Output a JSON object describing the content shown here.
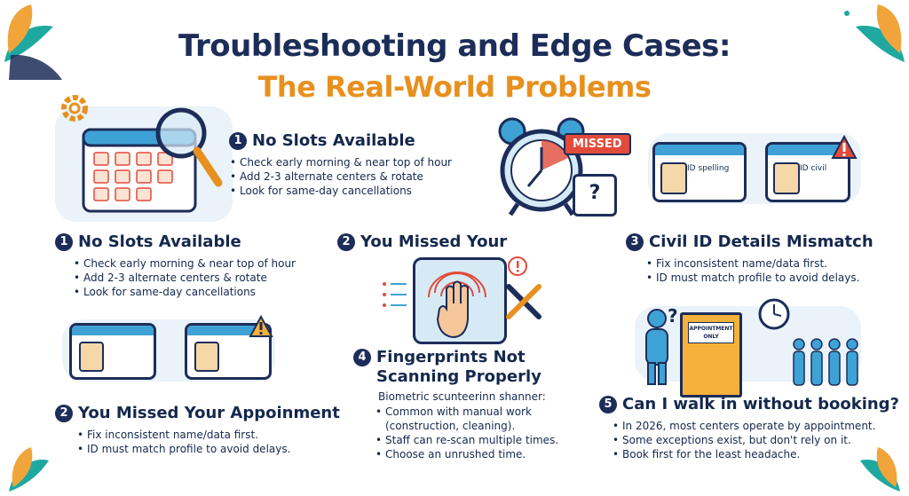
{
  "title": {
    "line1": "Troubleshooting and Edge Cases:",
    "line2": "The Real-World Problems"
  },
  "colors": {
    "navy": "#1d2d59",
    "orange": "#e8901f",
    "teal": "#1fa8a0",
    "red": "#e14b3b",
    "light_blue": "#d6eaf6"
  },
  "sections": {
    "top_slots": {
      "number": "1",
      "heading": "No Slots Available",
      "bullets": [
        "Check early morning & near top of hour",
        "Add 2-3 alternate centers & rotate",
        "Look for same-day cancellations"
      ]
    },
    "slots": {
      "number": "1",
      "heading": "No Slots Available",
      "bullets": [
        "Check early morning & near top of hour",
        "Add 2-3 alternate centers & rotate",
        "Look for same-day cancellations"
      ]
    },
    "missed": {
      "number": "2",
      "heading": "You Missed Your"
    },
    "civil": {
      "number": "3",
      "heading": "Civil ID Details Mismatch",
      "bullets": [
        "Fix inconsistent name/data first.",
        "ID must match profile to avoid delays."
      ]
    },
    "appointment": {
      "number": "2",
      "heading": "You Missed Your Appoinment",
      "bullets": [
        "Fix inconsistent name/data first.",
        "ID must match profile to avoid delays."
      ]
    },
    "fingerprints": {
      "number": "4",
      "heading_line1": "Fingerprints Not",
      "heading_line2": "Scanning Properly",
      "description": "Biometric scunteerinn shanner:",
      "bullets": [
        "Common with manual work",
        "(construction, cleaning).",
        "Staff can re-scan multiple times.",
        "Choose an unrushed time."
      ]
    },
    "walkin": {
      "number": "5",
      "heading": "Can I walk in without booking?",
      "bullets": [
        "In 2026, most centers operate by appointment.",
        "Some exceptions exist, but don't rely on it.",
        "Book first for the least headache."
      ]
    }
  },
  "illustrations": {
    "missed_tag": "MISSED",
    "question_mark": "?",
    "id_card_left_label": "ID spelling",
    "id_card_right_label": "ID civil",
    "door_sign_line1": "APPOINTMENT",
    "door_sign_line2": "ONLY",
    "person_question": "?",
    "icons": [
      "gear-icon",
      "magnifier-icon",
      "calendar-icon",
      "alarm-clock-icon",
      "fingerprint-scanner-icon",
      "wrench-screwdriver-icon",
      "id-card-icon",
      "warning-icon",
      "door-icon",
      "wall-clock-icon",
      "queue-people-icon",
      "leaf-decoration-icon"
    ]
  }
}
